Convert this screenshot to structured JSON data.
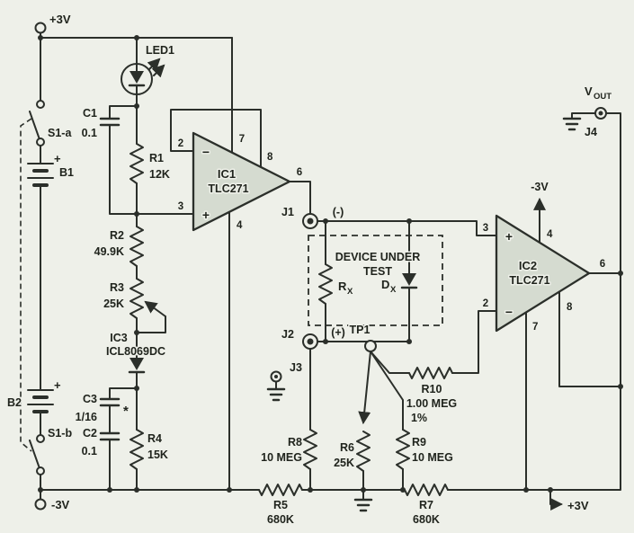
{
  "schematic": {
    "colors": {
      "line": "#2b2f2a",
      "opamp_fill": "#d5dbd0",
      "background": "#eef0e9"
    },
    "power": {
      "vcc_top_left": "+3V",
      "vee_bottom_left": "-3V",
      "vee_ic2": "-3V",
      "vcc_bottom_right": "+3V"
    },
    "output": {
      "v": "V",
      "out": "OUT",
      "jack": "J4"
    },
    "switches": {
      "s1a": "S1-a",
      "s1b": "S1-b"
    },
    "batteries": {
      "b1": "B1",
      "b2": "B2",
      "plus": "+"
    },
    "jacks": {
      "j1": "J1",
      "j1_pol": "(-)",
      "j2": "J2",
      "j2_pol": "(+)",
      "j3": "J3",
      "tp1": "TP1"
    },
    "opamps": {
      "ic1": {
        "ref": "IC1",
        "part": "TLC271"
      },
      "ic2": {
        "ref": "IC2",
        "part": "TLC271"
      }
    },
    "vref": {
      "ref": "IC3",
      "part": "ICL8069DC"
    },
    "pins": {
      "p2": "2",
      "p3": "3",
      "p4": "4",
      "p6": "6",
      "p7": "7",
      "p8": "8",
      "minus": "−",
      "plus": "+"
    },
    "resistors": {
      "r1": {
        "ref": "R1",
        "value": "12K"
      },
      "r2": {
        "ref": "R2",
        "value": "49.9K"
      },
      "r3": {
        "ref": "R3",
        "value": "25K"
      },
      "r4": {
        "ref": "R4",
        "value": "15K"
      },
      "r5": {
        "ref": "R5",
        "value": "680K"
      },
      "r6": {
        "ref": "R6",
        "value": "25K"
      },
      "r7": {
        "ref": "R7",
        "value": "680K"
      },
      "r8": {
        "ref": "R8",
        "value": "10 MEG"
      },
      "r9": {
        "ref": "R9",
        "value": "10 MEG"
      },
      "r10": {
        "ref": "R10",
        "value": "1.00 MEG",
        "tolerance": "1%"
      },
      "rx": {
        "ref": "R",
        "sub": "X"
      }
    },
    "capacitors": {
      "c1": {
        "ref": "C1",
        "value": "0.1"
      },
      "c2": {
        "ref": "C2",
        "value": "0.1"
      },
      "c3": {
        "ref": "C3",
        "value": "1/16",
        "note": "*"
      }
    },
    "diodes": {
      "led1": "LED1",
      "dx": {
        "ref": "D",
        "sub": "X"
      }
    },
    "dut": {
      "line1": "DEVICE UNDER",
      "line2": "TEST"
    }
  }
}
